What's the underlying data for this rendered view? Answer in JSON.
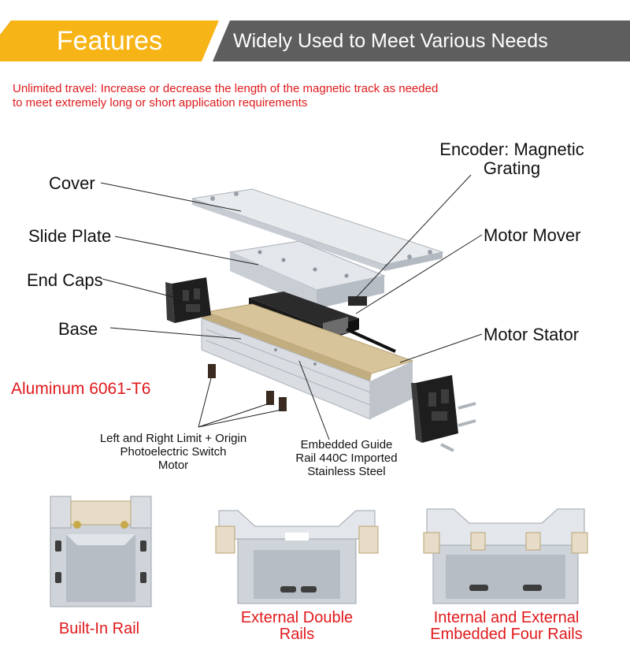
{
  "header": {
    "title": "Features",
    "subtitle": "Widely Used to Meet Various Needs"
  },
  "intro": {
    "line1": "Unlimited travel: Increase or decrease the length of the magnetic track as needed",
    "line2": "to meet extremely long or short application requirements"
  },
  "labels": {
    "cover": "Cover",
    "slide_plate": "Slide Plate",
    "end_caps": "End Caps",
    "base": "Base",
    "aluminum": "Aluminum 6061-T6",
    "encoder_line1": "Encoder: Magnetic",
    "encoder_line2": "Grating",
    "motor_mover": "Motor Mover",
    "motor_stator": "Motor Stator",
    "switch_line1": "Left and Right Limit + Origin",
    "switch_line2": "Photoelectric Switch",
    "switch_line3": "Motor",
    "guide_line1": "Embedded Guide",
    "guide_line2": "Rail 440C Imported",
    "guide_line3": "Stainless Steel"
  },
  "variants": [
    {
      "line1": "Built-In Rail",
      "line2": ""
    },
    {
      "line1": "External Double",
      "line2": "Rails"
    },
    {
      "line1": "Internal and External",
      "line2": "Embedded Four Rails"
    }
  ],
  "colors": {
    "accent_yellow": "#f7b417",
    "banner_gray": "#5e5e5e",
    "highlight_red": "#e0191c",
    "aluminum": "#d9dde2",
    "brass_plate": "#d8c49a",
    "end_cap_black": "#1e1e1e"
  }
}
